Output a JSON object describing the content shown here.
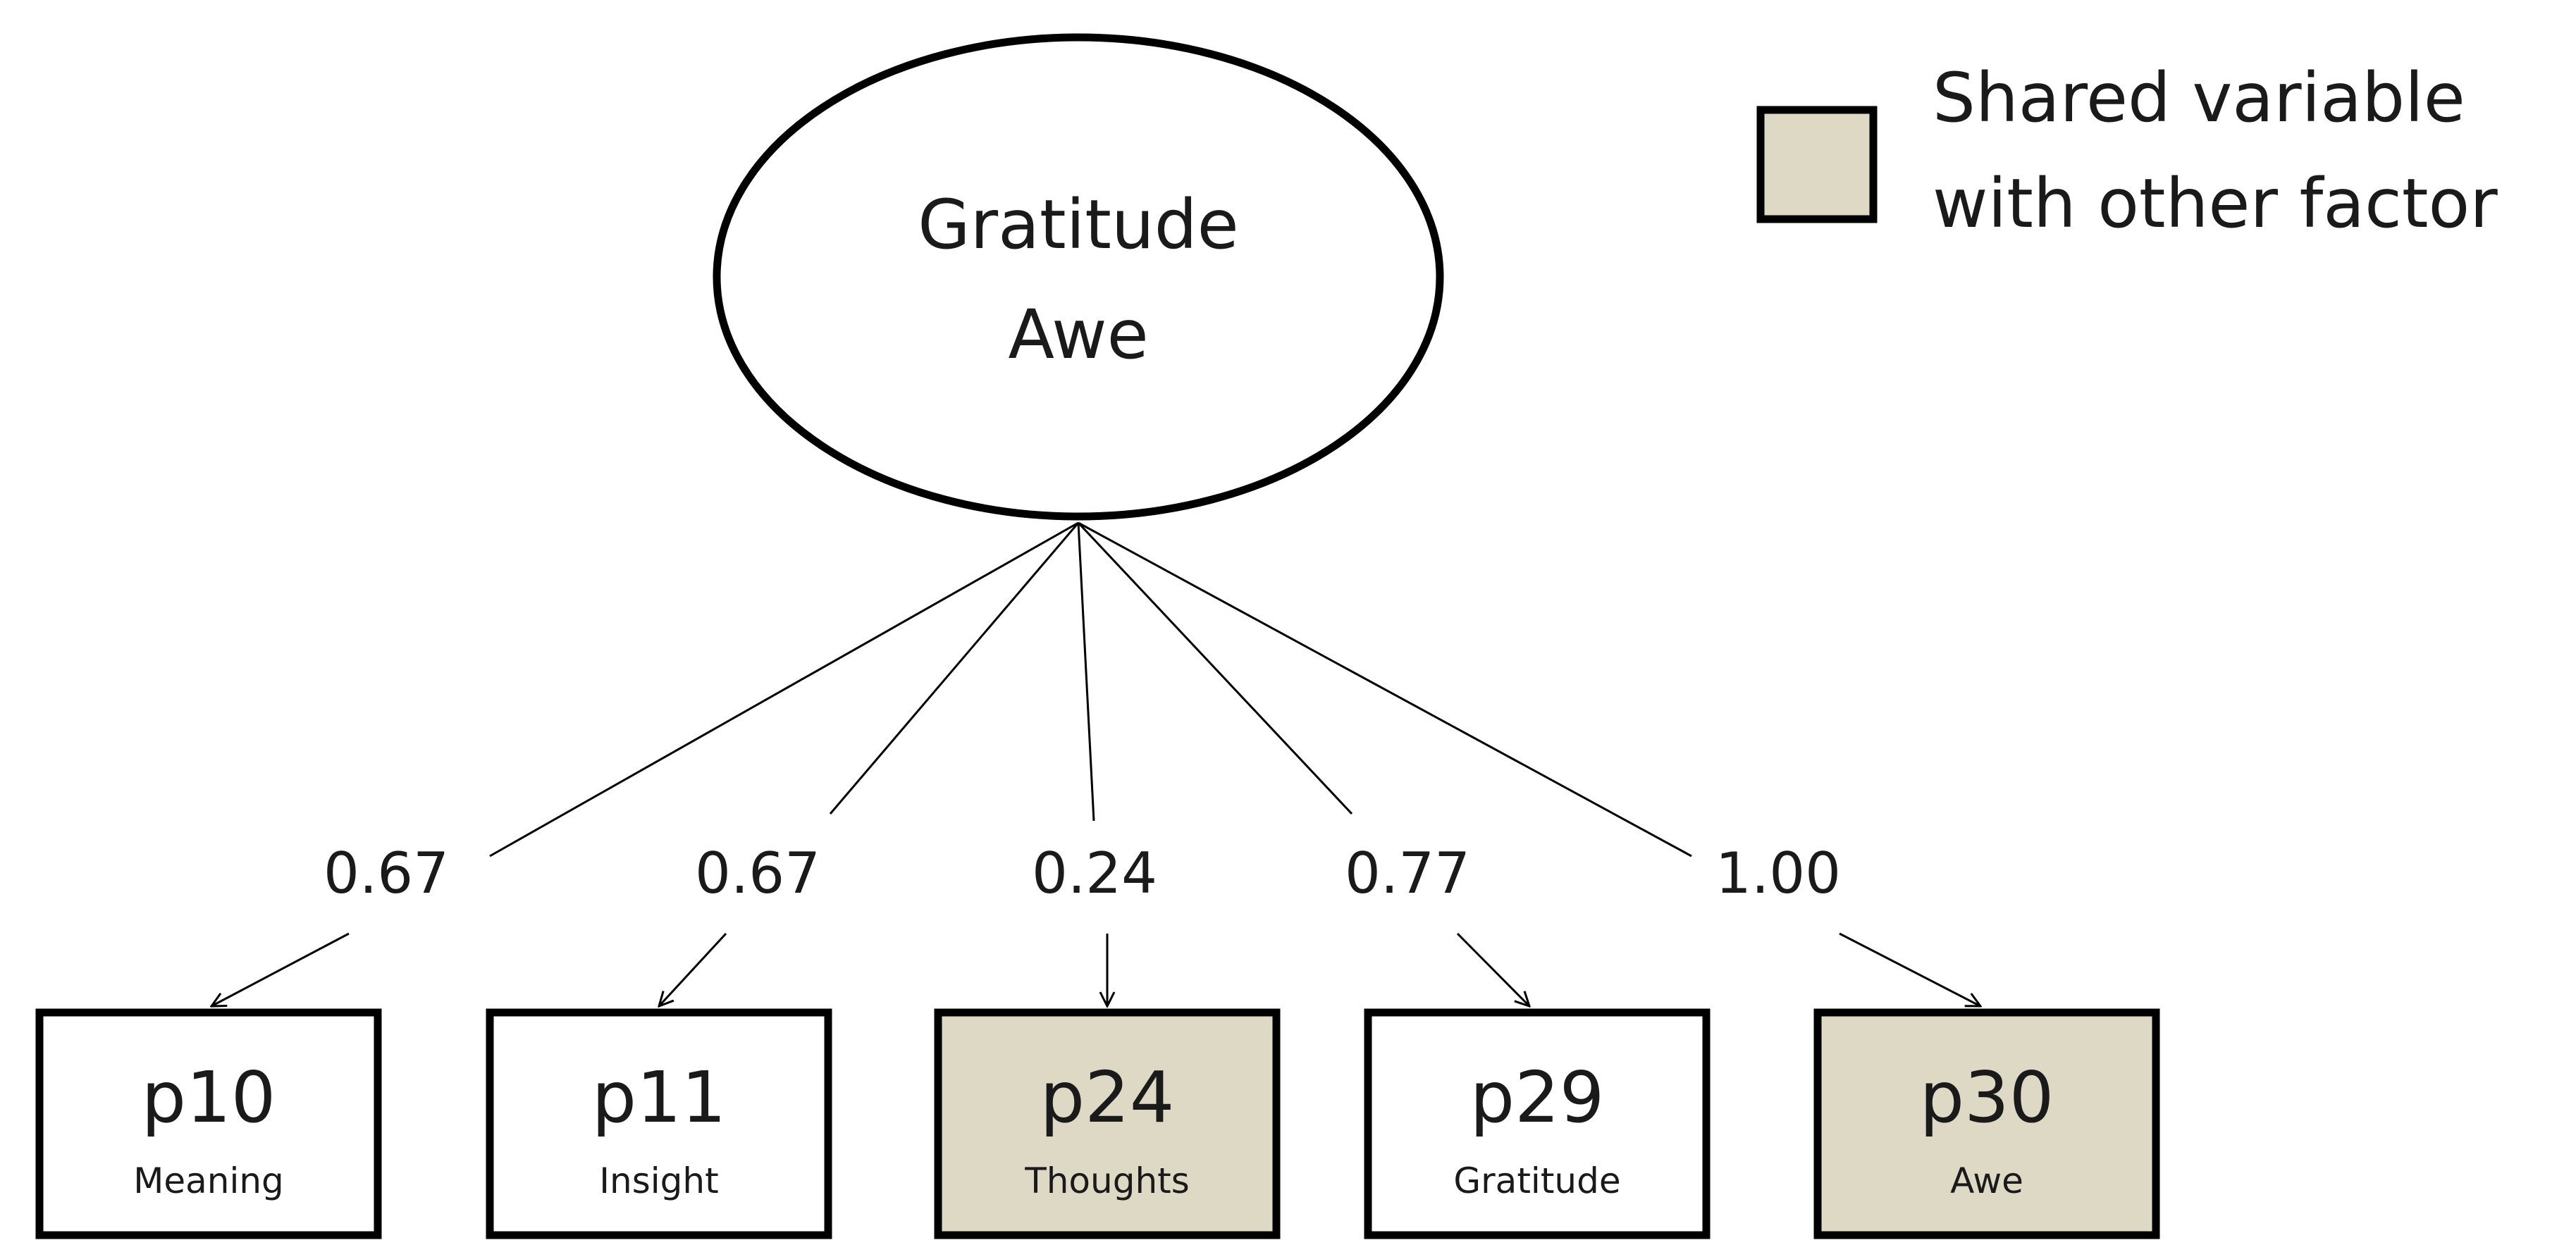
{
  "factor": {
    "line1": "Gratitude",
    "line2": "Awe"
  },
  "legend": {
    "line1": "Shared variable",
    "line2": "with other factor",
    "swatch_color": "#ddd9c4"
  },
  "colors": {
    "shared_fill": "#ddd9c4",
    "plain_fill": "#ffffff",
    "stroke": "#000000"
  },
  "items": [
    {
      "code": "p10",
      "name": "Meaning",
      "loading": "0.67",
      "shared": false
    },
    {
      "code": "p11",
      "name": "Insight",
      "loading": "0.67",
      "shared": false
    },
    {
      "code": "p24",
      "name": "Thoughts",
      "loading": "0.24",
      "shared": true
    },
    {
      "code": "p29",
      "name": "Gratitude",
      "loading": "0.77",
      "shared": false
    },
    {
      "code": "p30",
      "name": "Awe",
      "loading": "1.00",
      "shared": true
    }
  ]
}
